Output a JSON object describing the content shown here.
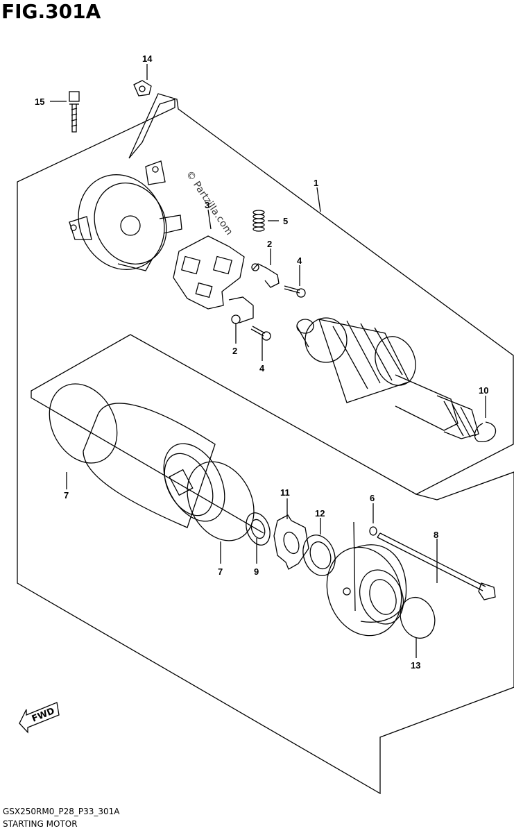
{
  "figure": {
    "title": "FIG.301A"
  },
  "watermark": "© Partzilla.com",
  "direction_marker": "FWD",
  "footer": {
    "model_code": "GSX250RM0_P28_P33_301A",
    "caption": "STARTING MOTOR"
  },
  "callouts": {
    "c1": "1",
    "c2a": "2",
    "c2b": "2",
    "c3": "3",
    "c4a": "4",
    "c4b": "4",
    "c5": "5",
    "c6": "6",
    "c7a": "7",
    "c7b": "7",
    "c8": "8",
    "c9": "9",
    "c10": "10",
    "c11": "11",
    "c12": "12",
    "c13": "13",
    "c14": "14",
    "c15": "15"
  }
}
